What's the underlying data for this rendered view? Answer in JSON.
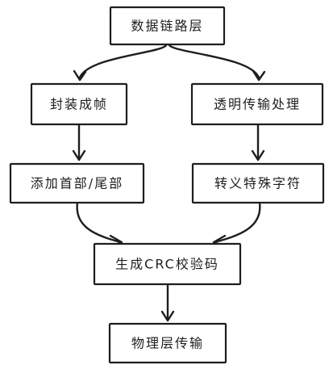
{
  "diagram": {
    "nodes": [
      {
        "id": "data-link-layer",
        "label": "数据链路层"
      },
      {
        "id": "encapsulate-frame",
        "label": "封装成帧"
      },
      {
        "id": "transparent-transmission",
        "label": "透明传输处理"
      },
      {
        "id": "add-header-trailer",
        "label": "添加首部/尾部"
      },
      {
        "id": "escape-special-chars",
        "label": "转义特殊字符"
      },
      {
        "id": "generate-crc",
        "label": "生成CRC校验码"
      },
      {
        "id": "physical-layer",
        "label": "物理层传输"
      }
    ],
    "edges": [
      {
        "from": "data-link-layer",
        "to": "encapsulate-frame"
      },
      {
        "from": "data-link-layer",
        "to": "transparent-transmission"
      },
      {
        "from": "encapsulate-frame",
        "to": "add-header-trailer"
      },
      {
        "from": "transparent-transmission",
        "to": "escape-special-chars"
      },
      {
        "from": "add-header-trailer",
        "to": "generate-crc"
      },
      {
        "from": "escape-special-chars",
        "to": "generate-crc"
      },
      {
        "from": "generate-crc",
        "to": "physical-layer"
      }
    ],
    "stroke_color": "#1e1e1e",
    "fill_color": "#ffffff"
  }
}
